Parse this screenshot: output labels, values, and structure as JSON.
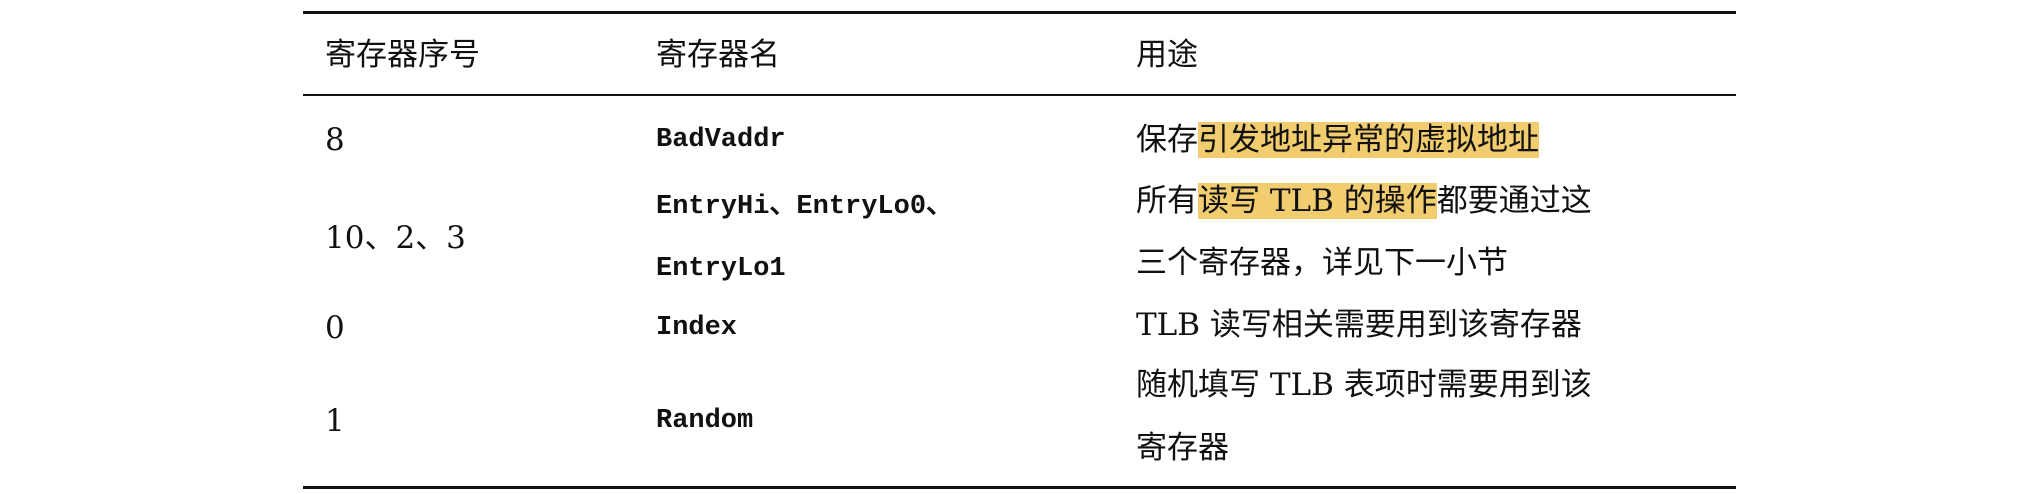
{
  "table": {
    "headers": [
      "寄存器序号",
      "寄存器名",
      "用途"
    ],
    "rows": [
      {
        "number": "8",
        "name": "BadVaddr",
        "purpose": {
          "pre": "保存",
          "highlight": "引发地址异常的虚拟地址",
          "post": ""
        }
      },
      {
        "number": "10、2、3",
        "name_line1": "EntryHi、EntryLo0、",
        "name_line2": "EntryLo1",
        "purpose": {
          "pre": "所有",
          "highlight": "读写 TLB 的操作",
          "post": "都要通过这",
          "line2": "三个寄存器，详见下一小节"
        }
      },
      {
        "number": "0",
        "name": "Index",
        "purpose": {
          "text": "TLB 读写相关需要用到该寄存器"
        }
      },
      {
        "number": "1",
        "name": "Random",
        "purpose": {
          "line1": "随机填写 TLB 表项时需要用到该",
          "line2": "寄存器"
        }
      }
    ],
    "highlight_color": "#f2cd6f"
  }
}
